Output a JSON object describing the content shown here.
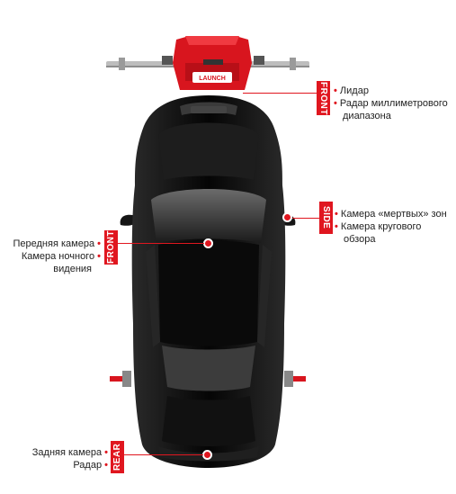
{
  "brand": {
    "launch_label": "LAUNCH"
  },
  "zones": {
    "front_top": {
      "tag": "FRONT",
      "items": [
        "Лидар",
        "Радар миллиметрового",
        "диапазона"
      ]
    },
    "side": {
      "tag": "SIDE",
      "items": [
        "Камера «мертвых» зон",
        "Камера кругового",
        "обзора"
      ]
    },
    "front_cabin": {
      "tag": "FRONT",
      "items": [
        "Передняя камера",
        "Камера ночного",
        "видения"
      ]
    },
    "rear": {
      "tag": "REAR",
      "items": [
        "Задняя камера",
        "Радар"
      ]
    }
  },
  "colors": {
    "accent": "#e0161f",
    "car": "#0d0d0d",
    "frame": "#c8c8c8"
  }
}
